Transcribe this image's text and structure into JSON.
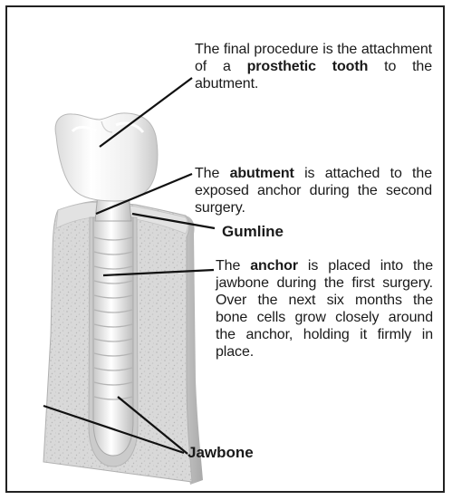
{
  "callouts": {
    "prosthetic": {
      "pre": "The final procedure is the attachment of a ",
      "bold": "prosthetic tooth",
      "post": " to the abutment."
    },
    "abutment": {
      "pre": "The ",
      "bold": "abutment",
      "post": " is attached to the exposed anchor during the second surgery."
    },
    "anchor": {
      "pre": "The ",
      "bold": "anchor",
      "post": " is placed into the jawbone during the first surgery. Over the next six months the bone cells grow closely around the anchor, holding it firmly in place."
    }
  },
  "labels": {
    "gumline": "Gumline",
    "jawbone": "Jawbone"
  },
  "colors": {
    "border": "#222222",
    "leader_line": "#111111",
    "bone_fill": "#d6d6d6",
    "bone_speckle": "#bdbdbd",
    "tooth_fill": "#f2f2f2",
    "implant_fill": "#e6e6e6"
  }
}
